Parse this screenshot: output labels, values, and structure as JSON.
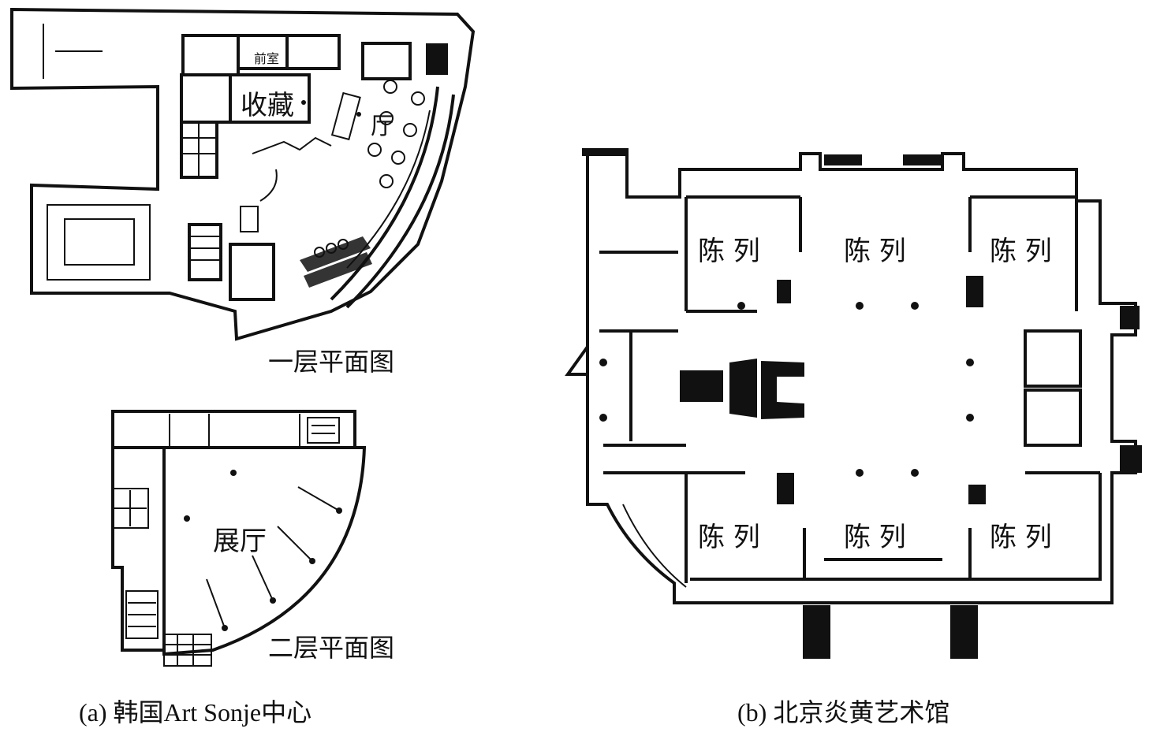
{
  "panel_a": {
    "caption": "(a) 韩国Art Sonje中心",
    "floor1": {
      "title": "一层平面图",
      "rooms": {
        "front_desk": "前室",
        "collection": "收藏",
        "hall": "厅"
      }
    },
    "floor2": {
      "title": "二层平面图",
      "rooms": {
        "exhibition_hall": "展厅"
      }
    }
  },
  "panel_b": {
    "caption": "(b) 北京炎黄艺术馆",
    "rooms": [
      "陈 列",
      "陈 列",
      "陈 列",
      "陈 列",
      "陈 列",
      "陈 列"
    ]
  }
}
